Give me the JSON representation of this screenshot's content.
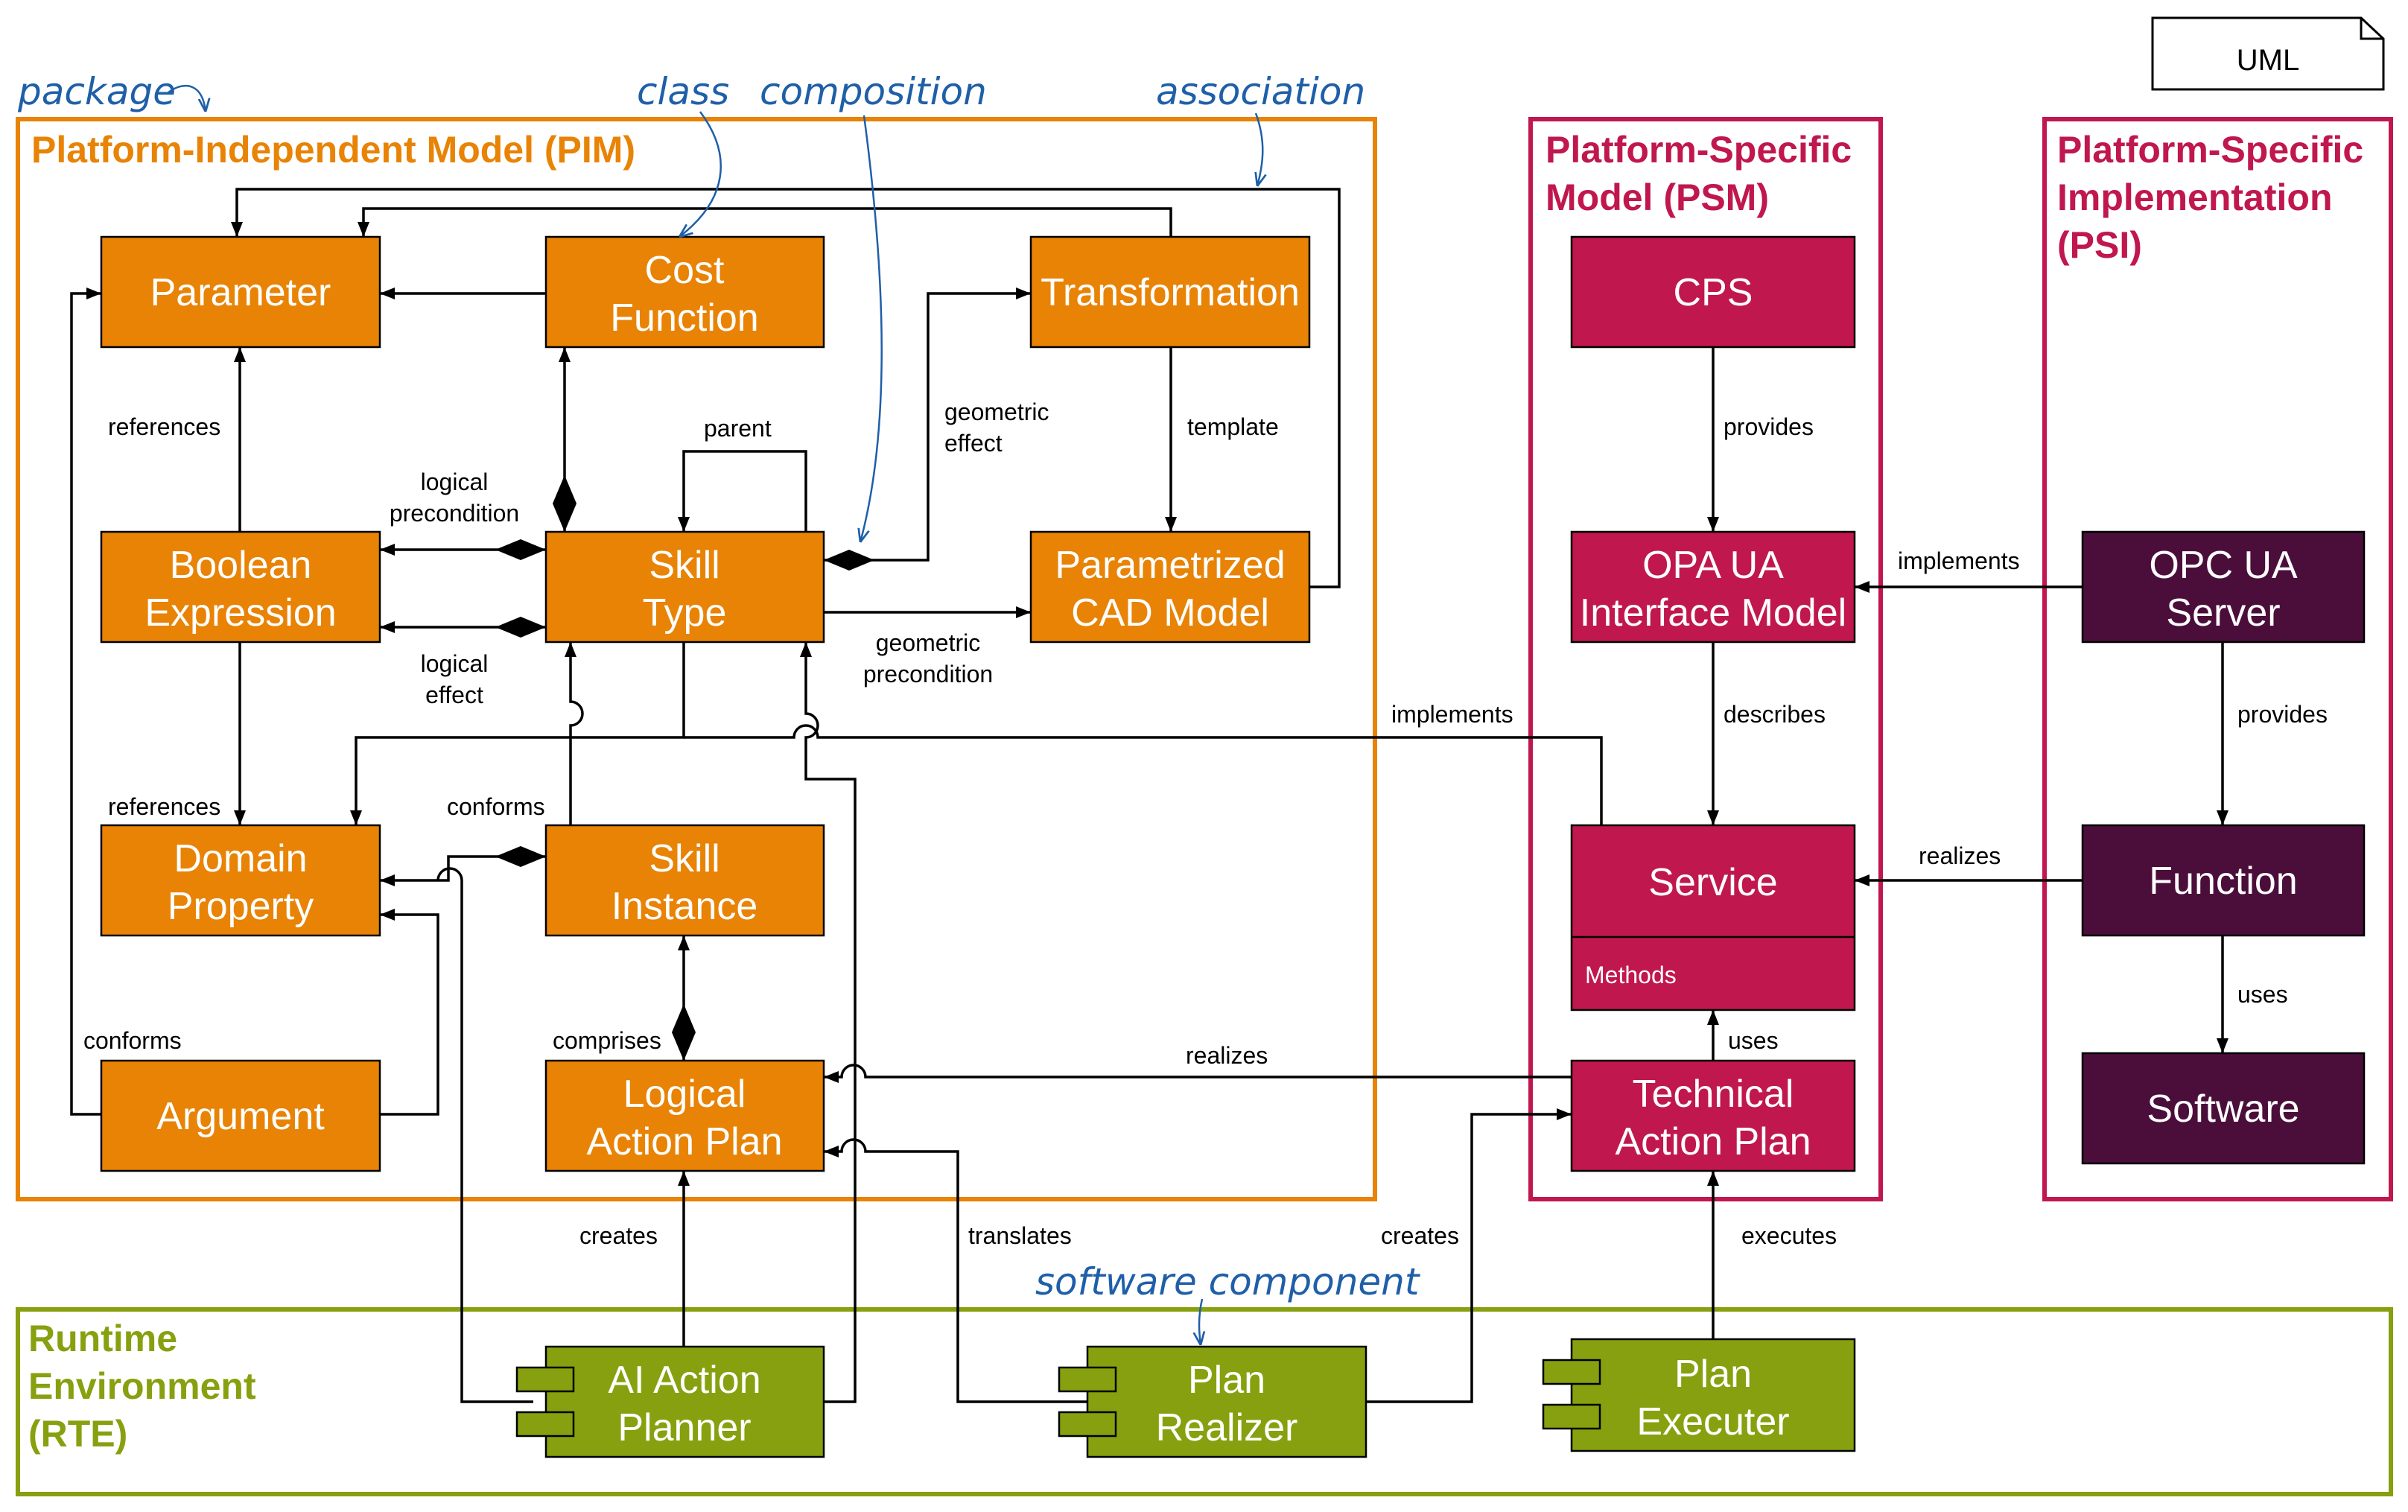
{
  "colors": {
    "pim": "#e88305",
    "psm": "#c0174e",
    "psi": "#4b0e3b",
    "rte": "#87a00f",
    "annotation": "#1f5fa8"
  },
  "uml_tag": "UML",
  "annotations": {
    "package": "package",
    "class": "class",
    "composition": "composition",
    "association": "association",
    "software_component": "software component"
  },
  "packages": {
    "pim": {
      "title": "Platform-Independent Model (PIM)"
    },
    "psm": {
      "title_lines": [
        "Platform-Specific",
        "Model (PSM)"
      ]
    },
    "psi": {
      "title_lines": [
        "Platform-Specific",
        "Implementation",
        "(PSI)"
      ]
    },
    "rte": {
      "title_lines": [
        "Runtime",
        "Environment",
        "(RTE)"
      ]
    }
  },
  "classes": {
    "parameter": [
      "Parameter"
    ],
    "cost_function": [
      "Cost",
      "Function"
    ],
    "transformation": [
      "Transformation"
    ],
    "boolean_expression": [
      "Boolean",
      "Expression"
    ],
    "skill_type": [
      "Skill",
      "Type"
    ],
    "parametrized_cad_model": [
      "Parametrized",
      "CAD Model"
    ],
    "domain_property": [
      "Domain",
      "Property"
    ],
    "skill_instance": [
      "Skill",
      "Instance"
    ],
    "argument": [
      "Argument"
    ],
    "logical_action_plan": [
      "Logical",
      "Action Plan"
    ],
    "cps": [
      "CPS"
    ],
    "opa_ua_interface_model": [
      "OPA UA",
      "Interface Model"
    ],
    "service": [
      "Service"
    ],
    "service_methods": "Methods",
    "technical_action_plan": [
      "Technical",
      "Action Plan"
    ],
    "opc_ua_server": [
      "OPC UA",
      "Server"
    ],
    "function": [
      "Function"
    ],
    "software": [
      "Software"
    ],
    "ai_action_planner": [
      "AI Action",
      "Planner"
    ],
    "plan_realizer": [
      "Plan",
      "Realizer"
    ],
    "plan_executer": [
      "Plan",
      "Executer"
    ]
  },
  "edge_labels": {
    "references_1": "references",
    "references_2": "references",
    "logical_precondition": [
      "logical",
      "precondition"
    ],
    "logical_effect": [
      "logical",
      "effect"
    ],
    "parent": "parent",
    "geometric_effect": [
      "geometric",
      "effect"
    ],
    "geometric_precondition": [
      "geometric",
      "precondition"
    ],
    "template": "template",
    "conforms_1": "conforms",
    "conforms_2": "conforms",
    "comprises": "comprises",
    "realizes_1": "realizes",
    "realizes_2": "realizes",
    "implements_1": "implements",
    "implements_2": "implements",
    "provides_1": "provides",
    "provides_2": "provides",
    "describes": "describes",
    "uses_1": "uses",
    "uses_2": "uses",
    "creates_1": "creates",
    "creates_2": "creates",
    "translates": "translates",
    "executes": "executes"
  }
}
